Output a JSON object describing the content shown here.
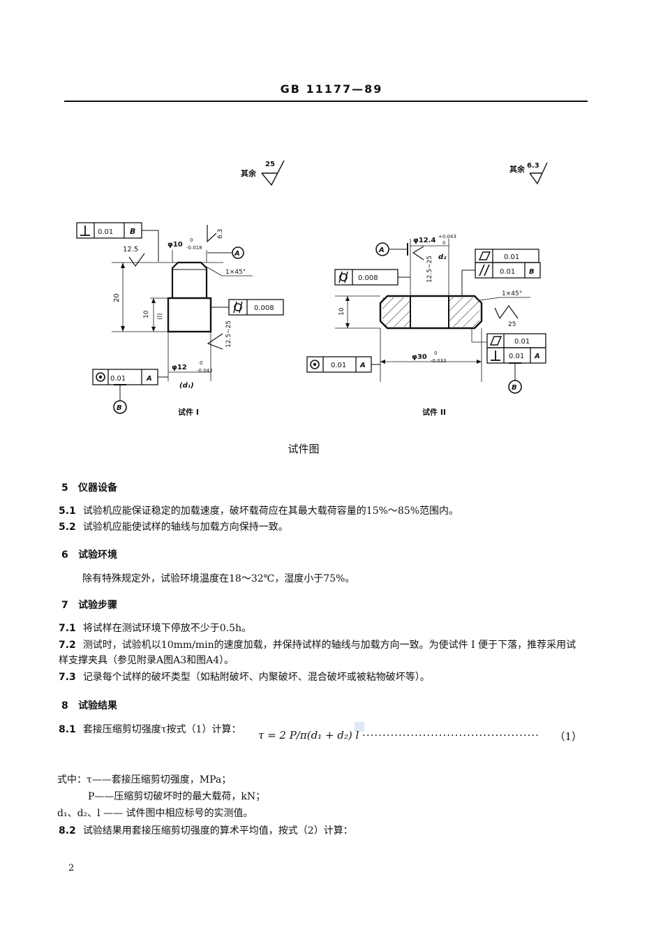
{
  "header": {
    "title": "GB 11177—89"
  },
  "figure": {
    "rough_left": {
      "label": "其余",
      "value": "25"
    },
    "rough_right": {
      "label": "其余",
      "value": "6.3"
    },
    "specimen1": {
      "name": "试件 I",
      "perp_tol": "0.01",
      "datum_b_ref": "B",
      "rough_top": "12.5",
      "dia_top": "φ10",
      "dia_top_tol_upper": "0",
      "dia_top_tol_lower": "-0.018",
      "rough_side": "6.3",
      "datum_a": "A",
      "chamfer": "1×45°",
      "height": "20",
      "length_val": "10",
      "length_sym": "(l)",
      "cyl_tol": "0.008",
      "rough_low": "12.5~25",
      "dia_bottom": "φ12",
      "dia_bottom_tol_upper": "0",
      "dia_bottom_tol_lower": "-0.043",
      "d_sym": "(d₁)",
      "conc_tol": "0.01",
      "conc_ref": "A",
      "datum_b": "B"
    },
    "specimen2": {
      "name": "试件 II",
      "datum_a": "A",
      "dia_inner": "φ12.4",
      "dia_inner_tol_upper": "+0.043",
      "dia_inner_tol_lower": "0",
      "d_sym": "d₂",
      "rough_inner": "12.5~25",
      "cyl_tol": "0.008",
      "flat_tol_top": "0.01",
      "parallel_tol": "0.01",
      "parallel_ref": "B",
      "chamfer": "1×45°",
      "rough_outer": "25",
      "height": "10",
      "flat_tol_bottom": "0.01",
      "perp_tol": "0.01",
      "perp_ref": "A",
      "dia_outer": "φ30",
      "dia_outer_tol_upper": "0",
      "dia_outer_tol_lower": "-0.033",
      "conc_tol": "0.01",
      "conc_ref": "A",
      "datum_b": "B"
    },
    "caption": "试件图"
  },
  "sections": {
    "s5": {
      "num": "5",
      "title": "仪器设备"
    },
    "p51": {
      "num": "5.1",
      "text": "试验机应能保证稳定的加载速度，破坏载荷应在其最大载荷容量的15%～85%范围内。"
    },
    "p52": {
      "num": "5.2",
      "text": "试验机应能使试样的轴线与加载方向保持一致。"
    },
    "s6": {
      "num": "6",
      "title": "试验环境"
    },
    "p6": {
      "text": "除有特殊规定外，试验环境温度在18～32℃，湿度小于75%。"
    },
    "s7": {
      "num": "7",
      "title": "试验步骤"
    },
    "p71": {
      "num": "7.1",
      "text": "将试样在测试环境下停放不少于0.5h。"
    },
    "p72": {
      "num": "7.2",
      "text": "测试时，试验机以10mm/min的速度加载，并保持试样的轴线与加载方向一致。为使试件 I 便于下落，推荐采用试样支撑夹具（参见附录A图A3和图A4）。"
    },
    "p73": {
      "num": "7.3",
      "text": "记录每个试样的破坏类型（如粘附破坏、内聚破坏、混合破坏或被粘物破坏等）。"
    },
    "s8": {
      "num": "8",
      "title": "试验结果"
    },
    "p81": {
      "num": "8.1",
      "text": "套接压缩剪切强度τ按式（1）计算："
    },
    "formula": {
      "expr": "τ = 2 P/π(d₁ + d₂) l",
      "dots": "············································",
      "eqno": "（1）"
    },
    "where": [
      "式中：τ——套接压缩剪切强度，MPa；",
      "P——压缩剪切破坏时的最大载荷，kN；",
      "d₁、d₂、l —— 试件图中相应标号的实测值。"
    ],
    "p82": {
      "num": "8.2",
      "text": "试验结果用套接压缩剪切强度的算术平均值，按式（2）计算："
    }
  },
  "footer": {
    "page": "2"
  }
}
